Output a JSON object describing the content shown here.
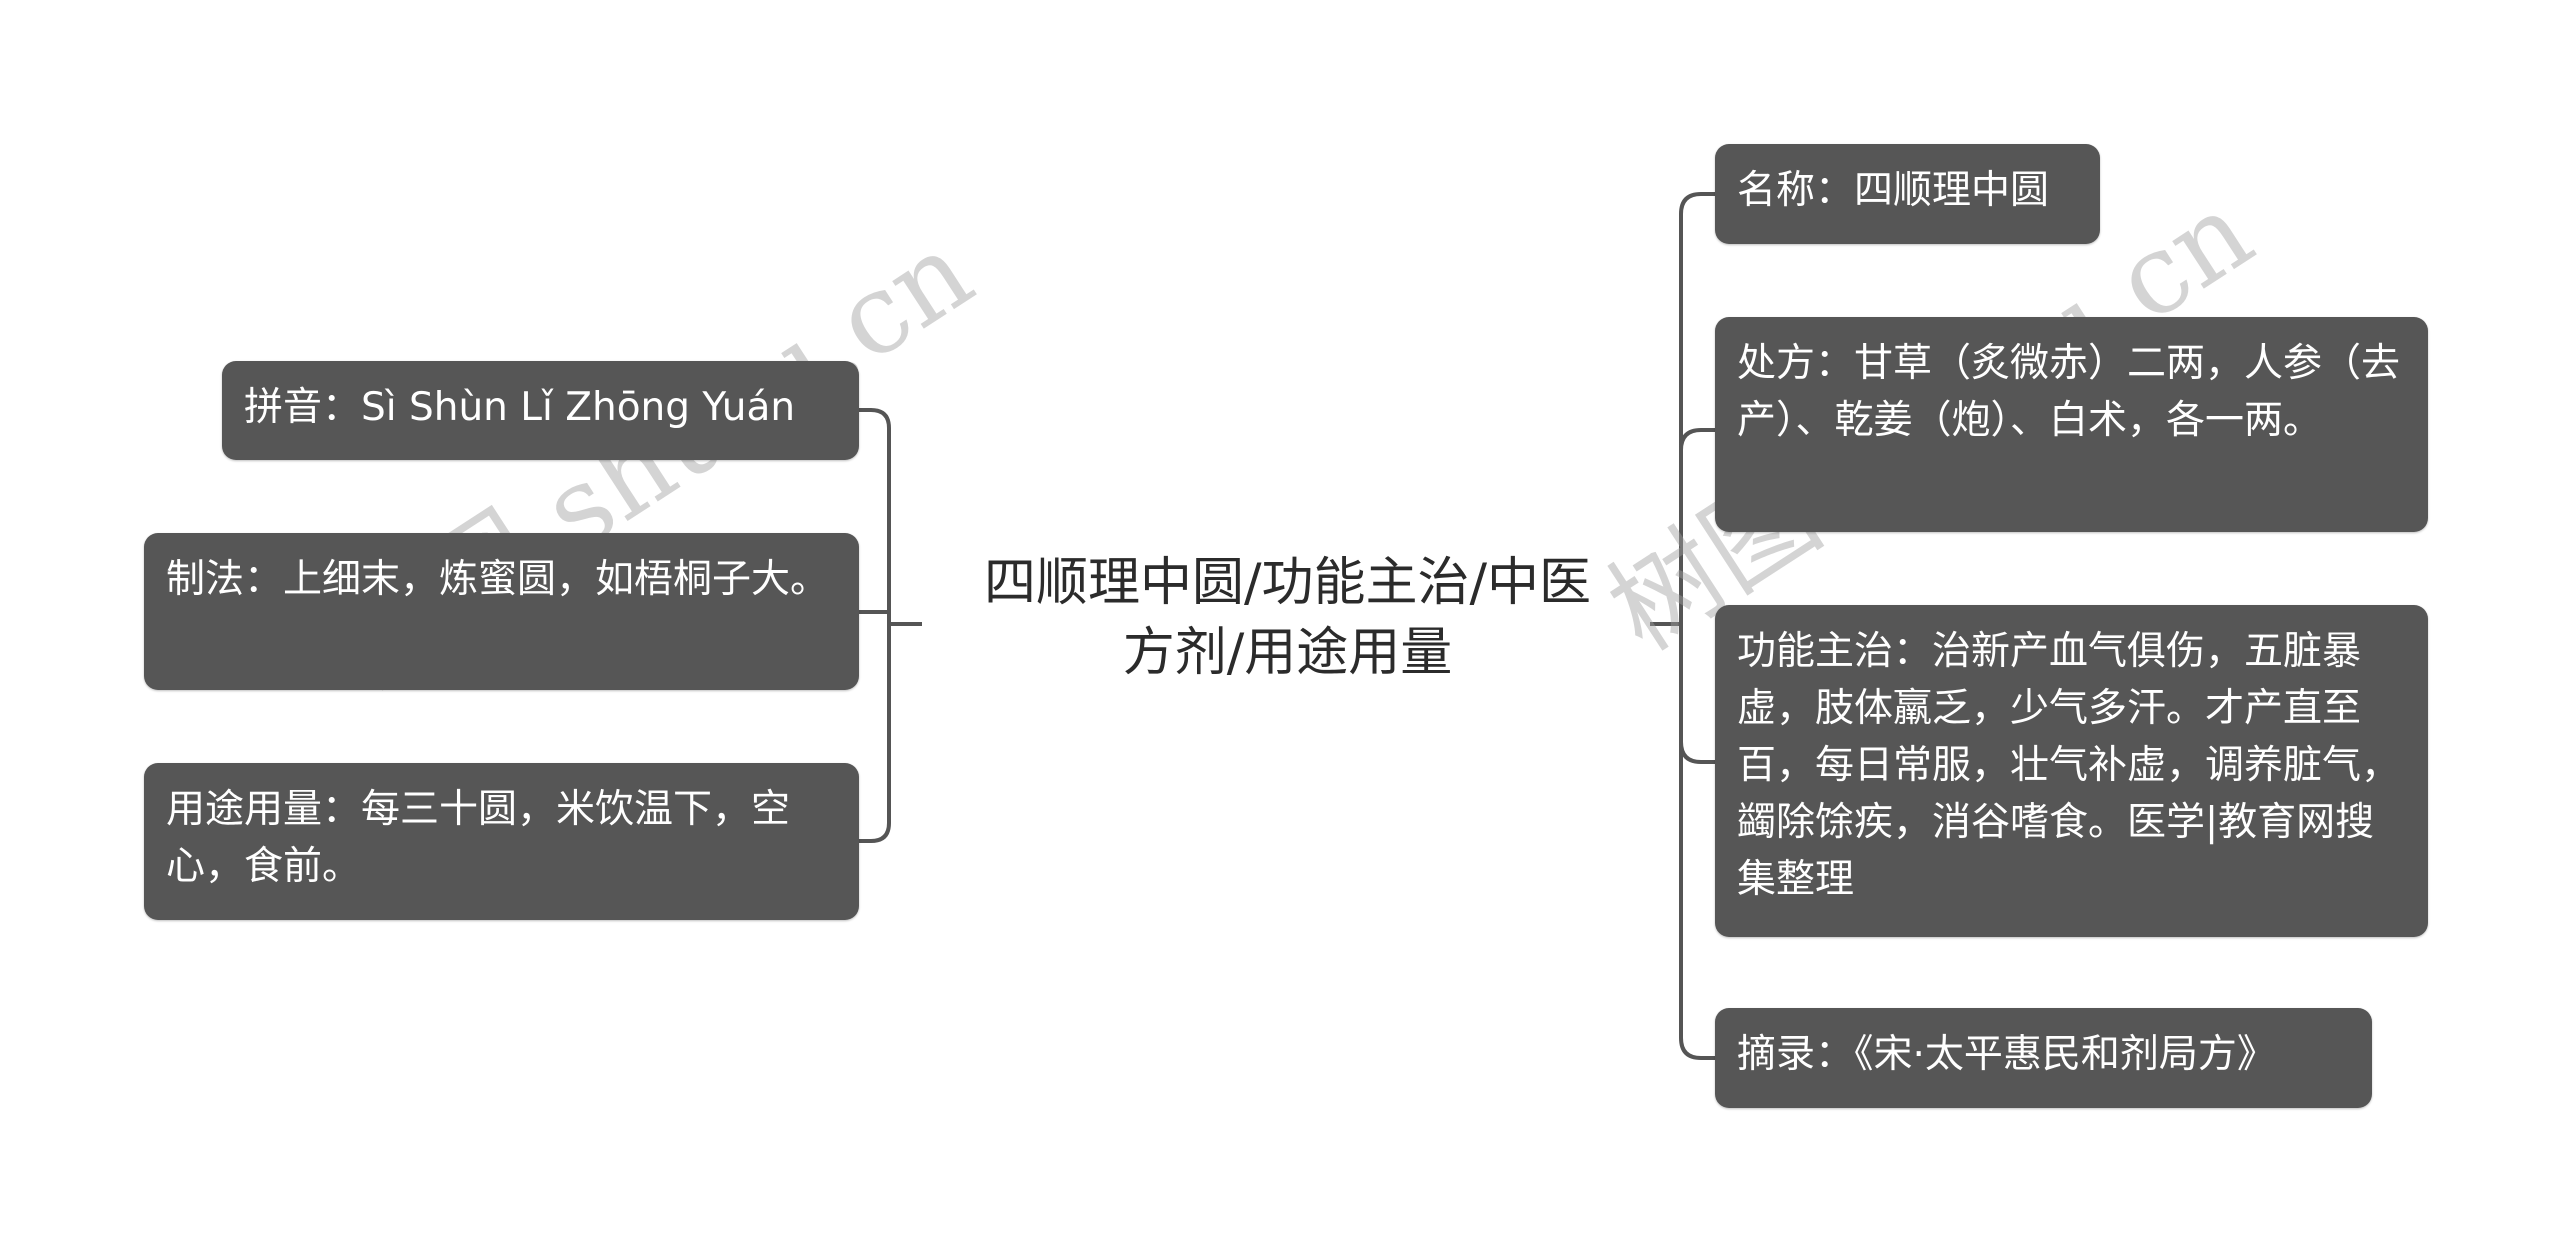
{
  "root": {
    "title": "四顺理中圆/功能主治/中医方剂/用途用量"
  },
  "left_nodes": [
    {
      "id": "pinyin",
      "text": "拼音：Sì Shùn Lǐ Zhōng Yuán"
    },
    {
      "id": "zhifa",
      "text": "制法：上细末，炼蜜圆，如梧桐子大。"
    },
    {
      "id": "yongtu",
      "text": "用途用量：每三十圆，米饮温下，空心，食前。"
    }
  ],
  "right_nodes": [
    {
      "id": "mingcheng",
      "text": "名称：四顺理中圆"
    },
    {
      "id": "chufang",
      "text": "处方：甘草（炙微赤）二两，人参（去产）、乾姜（炮）、白术，各一两。"
    },
    {
      "id": "gongneng",
      "text": "功能主治：治新产血气俱伤，五脏暴虚，肢体羸乏，少气多汗。才产直至百，每日常服，壮气补虚，调养脏气，蠲除馀疾，消谷嗜食。医学|教育网搜集整理"
    },
    {
      "id": "zhailu",
      "text": "摘录：《宋·太平惠民和剂局方》"
    }
  ],
  "watermarks": [
    "树图 shutu.cn",
    "树图 shutu.cn"
  ],
  "colors": {
    "node_bg": "#565656",
    "node_text": "#ffffff",
    "root_text": "#2b2b2b",
    "link": "#555555"
  }
}
